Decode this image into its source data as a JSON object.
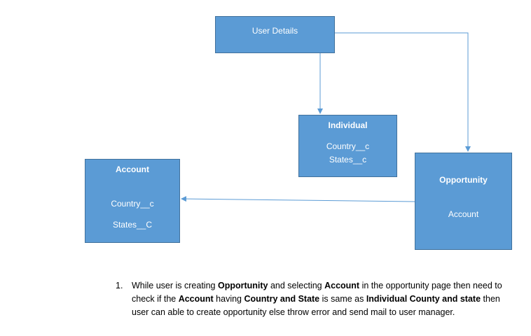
{
  "boxes": {
    "user_details": {
      "title": "User Details"
    },
    "individual": {
      "title": "Individual",
      "fields": [
        "Country__c",
        "States__c"
      ]
    },
    "account": {
      "title": "Account",
      "fields": [
        "Country__c",
        "States__C"
      ]
    },
    "opportunity": {
      "title": "Opportunity",
      "fields": [
        "Account"
      ]
    }
  },
  "note": {
    "number": "1.",
    "segments": [
      {
        "text": "While user is creating ",
        "bold": false
      },
      {
        "text": "Opportunity",
        "bold": true
      },
      {
        "text": " and selecting ",
        "bold": false
      },
      {
        "text": "Account",
        "bold": true
      },
      {
        "text": " in the opportunity page then need to check if the ",
        "bold": false
      },
      {
        "text": "Account",
        "bold": true
      },
      {
        "text": " having ",
        "bold": false
      },
      {
        "text": "Country and State",
        "bold": true
      },
      {
        "text": " is same as ",
        "bold": false
      },
      {
        "text": "Individual County and state",
        "bold": true
      },
      {
        "text": " then user can able to create opportunity else throw error and send mail to user manager.",
        "bold": false
      }
    ]
  },
  "colors": {
    "box_fill": "#5b9bd5",
    "box_border": "#41719c",
    "connector": "#5b9bd5",
    "box_text": "#ffffff"
  }
}
